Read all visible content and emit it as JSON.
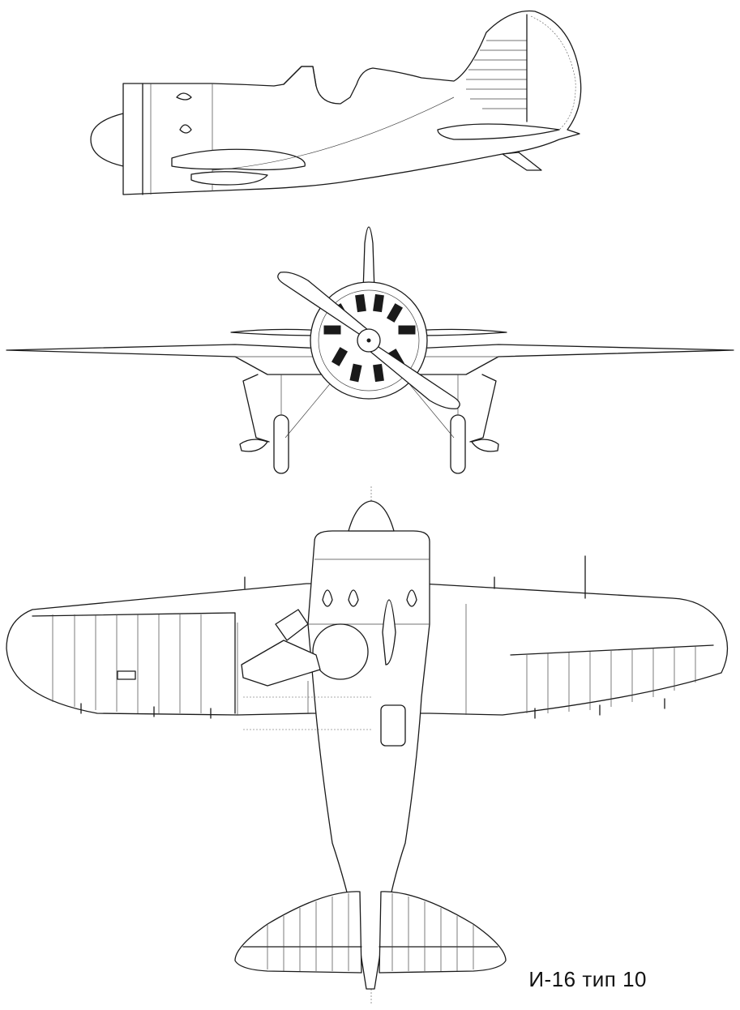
{
  "drawing": {
    "caption": "И-16 тип 10",
    "views": [
      "side-view",
      "front-view",
      "top-view"
    ],
    "line_color": "#1a1a1a",
    "background": "#ffffff"
  }
}
